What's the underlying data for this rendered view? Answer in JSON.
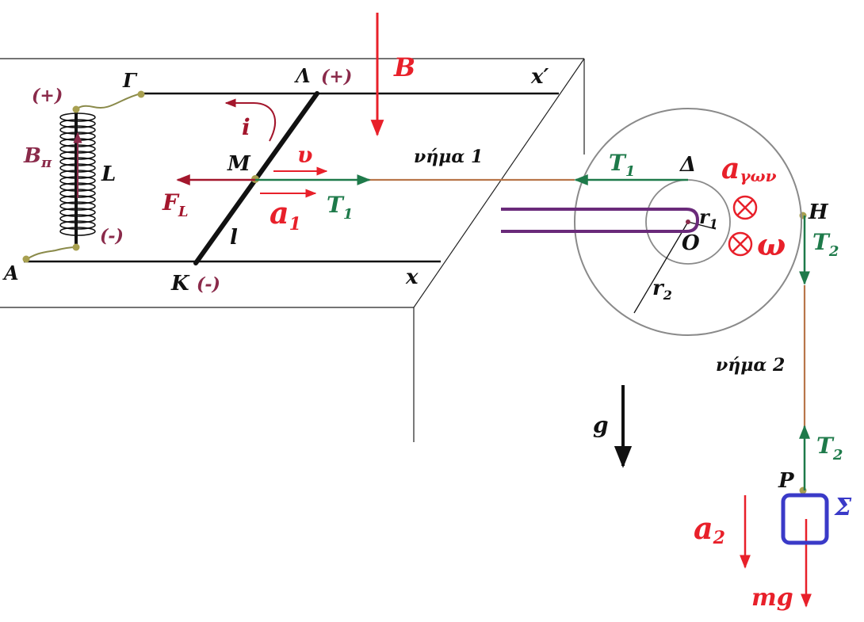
{
  "labels": {
    "plus_coil": "(+)",
    "minus_coil": "(-)",
    "gamma": "Γ",
    "lambda": "Λ",
    "lambda_sign": "(+)",
    "B": "B",
    "x_prime": "x′",
    "i": "i",
    "B_pi": "B",
    "B_pi_sub": "π",
    "L": "L",
    "M": "M",
    "v": "υ",
    "nima1": "νήμα 1",
    "T1_left": "T",
    "T1_left_sub": "1",
    "delta": "Δ",
    "a_gon": "a",
    "a_gon_sub": "γων",
    "F_L": "F",
    "F_L_sub": "L",
    "a1": "a",
    "a1_sub": "1",
    "T1_right": "T",
    "T1_right_sub": "1",
    "r1": "r",
    "r1_sub": "1",
    "H": "H",
    "l": "l",
    "O": "O",
    "omega": "ω",
    "T2_top": "T",
    "T2_top_sub": "2",
    "A": "A",
    "K": "K",
    "K_sign": "(-)",
    "x": "x",
    "r2": "r",
    "r2_sub": "2",
    "nima2": "νήμα 2",
    "g": "g",
    "T2_bottom": "T",
    "T2_bottom_sub": "2",
    "P": "P",
    "sigma": "Σ",
    "a2": "a",
    "a2_sub": "2",
    "mg": "mg"
  },
  "colors": {
    "red": "#e8202a",
    "dark_red": "#a3162c",
    "green": "#1e7a4a",
    "maroon": "#8a2a4a",
    "brown": "#b8764a",
    "purple": "#6a2a7a",
    "blue": "#3a3ac8",
    "gray": "#8a8a8a",
    "olive": "#9a9a3a",
    "black": "#111111"
  }
}
